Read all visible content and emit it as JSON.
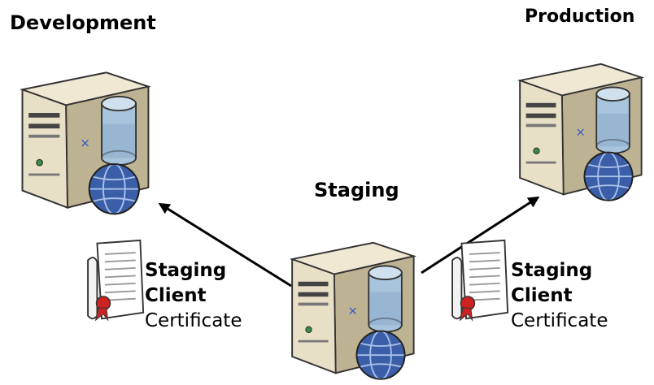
{
  "nodes": {
    "development": {
      "label": "Development"
    },
    "production": {
      "label": "Production"
    },
    "staging": {
      "label": "Staging"
    }
  },
  "certificates": {
    "left": {
      "line1": "Staging",
      "line2": "Client",
      "line3": "Certificate"
    },
    "right": {
      "line1": "Staging",
      "line2": "Client",
      "line3": "Certificate"
    }
  },
  "icons": {
    "server": "server-with-database-and-globe-icon",
    "certificate": "certificate-with-ribbon-icon"
  },
  "colors": {
    "server_body": "#e4dcc4",
    "database": "#a8c4dc",
    "globe": "#3a5fa8",
    "arrow": "#000000"
  }
}
